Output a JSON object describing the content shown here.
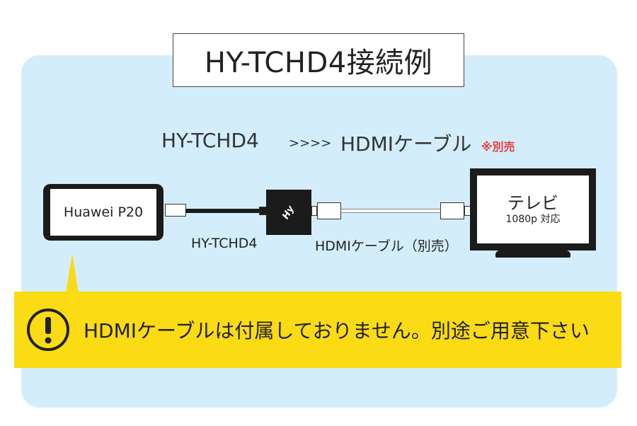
{
  "title": "HY-TCHD4接続例",
  "headline": {
    "product": "HY-TCHD4",
    "arrows": ">>>>",
    "cable": "HDMIケーブル",
    "note": "※別売"
  },
  "devices": {
    "phone": "Huawei P20",
    "tv_name": "テレビ",
    "tv_spec": "1080p 対応",
    "adapter_logo": "Hy"
  },
  "labels": {
    "adapter": "HY-TCHD4",
    "cable": "HDMIケーブル（別売）"
  },
  "notice": "HDMIケーブルは付属しておりません。別途ご用意下さい",
  "colors": {
    "panel": "#d3eefa",
    "banner": "#fadb14",
    "note": "#e83c3c",
    "device": "#1b1b1b"
  }
}
